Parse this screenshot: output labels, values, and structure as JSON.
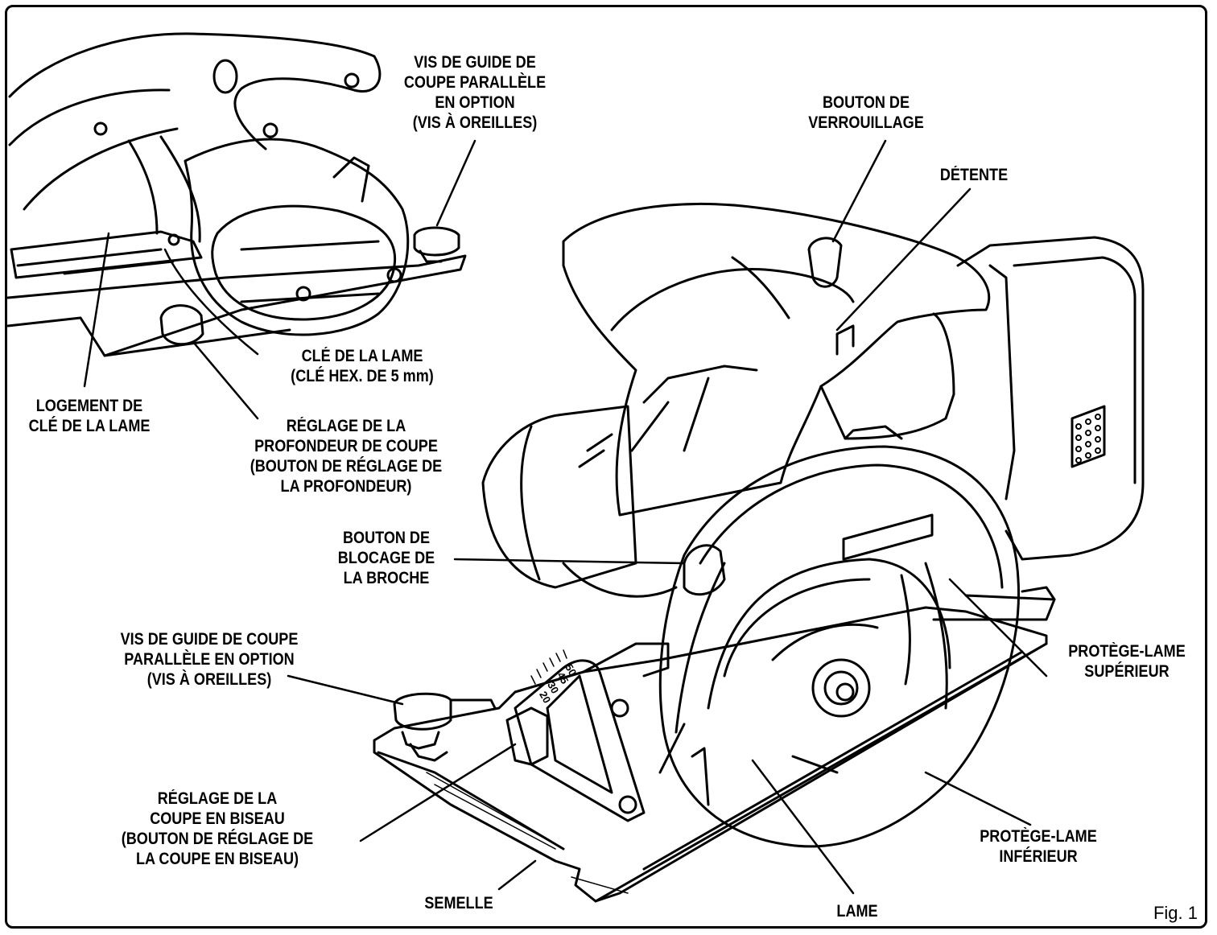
{
  "figure": {
    "number": "Fig. 1"
  },
  "labels": {
    "parallel_guide_top": [
      "VIS DE GUIDE DE",
      "COUPE PARALLÈLE",
      "EN OPTION",
      "(VIS À OREILLES)"
    ],
    "lock_off_button": [
      "BOUTON DE",
      "VERROUILLAGE"
    ],
    "trigger": [
      "DÉTENTE"
    ],
    "blade_wrench": [
      "CLÉ DE LA LAME",
      "(CLÉ HEX. DE 5 mm)"
    ],
    "wrench_storage": [
      "LOGEMENT DE",
      "CLÉ DE LA LAME"
    ],
    "depth_adjust": [
      "RÉGLAGE DE LA",
      "PROFONDEUR DE COUPE",
      "(BOUTON DE RÉGLAGE DE",
      "LA PROFONDEUR)"
    ],
    "spindle_lock": [
      "BOUTON DE",
      "BLOCAGE DE",
      "LA BROCHE"
    ],
    "parallel_guide_bottom": [
      "VIS DE GUIDE DE COUPE",
      "PARALLÈLE EN OPTION",
      "(VIS À OREILLES)"
    ],
    "upper_guard": [
      "PROTÈGE-LAME",
      "SUPÉRIEUR"
    ],
    "bevel_adjust": [
      "RÉGLAGE DE LA",
      "COUPE EN BISEAU",
      "(BOUTON DE RÉGLAGE DE",
      "LA COUPE EN BISEAU)"
    ],
    "lower_guard": [
      "PROTÈGE-LAME",
      "INFÉRIEUR"
    ],
    "shoe": [
      "SEMELLE"
    ],
    "blade": [
      "LAME"
    ]
  },
  "bevel_scale": [
    "50",
    "45",
    "30",
    "20"
  ]
}
